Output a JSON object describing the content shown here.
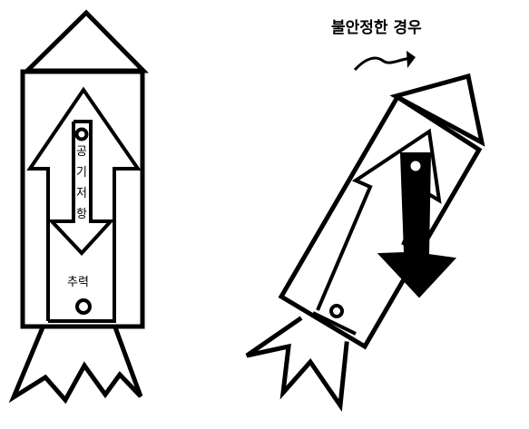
{
  "labels": {
    "drag": [
      "공",
      "기",
      "저",
      "항"
    ],
    "thrust": "추력",
    "unstable_title": "불안정한 경우"
  },
  "colors": {
    "ink": "#000000",
    "background": "#ffffff"
  }
}
